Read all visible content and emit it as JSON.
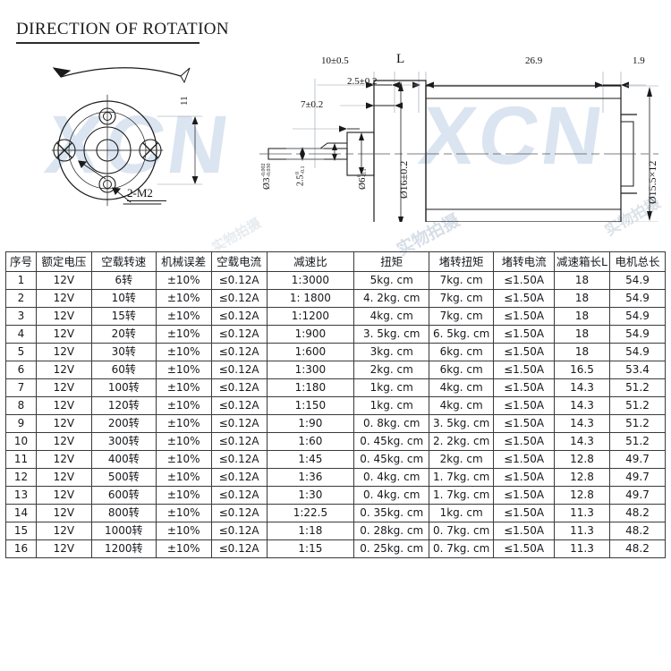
{
  "header": {
    "title": "DIRECTION OF ROTATION"
  },
  "watermarks": {
    "brand_left": "XCN",
    "brand_right": "XCN",
    "cn_center": "实物拍摄",
    "cn_right": "实物拍摄",
    "cn_tagline": "实物拍摄"
  },
  "drawings": {
    "face_view": {
      "name": "motor-face-view",
      "dim_height": "11",
      "callout_screws": "2-M2"
    },
    "side_view": {
      "name": "motor-side-view",
      "dim_shaft_len": "10±0.5",
      "dim_shaft_step": "2.5±0.2",
      "dim_front_plate": "7±0.2",
      "dim_gearbox_label": "L",
      "dim_body_len": "26.9",
      "dim_tail": "1.9",
      "dim_shaft_dia": "Ø3",
      "dim_shaft_dia_tol_top": "-0.002",
      "dim_shaft_dia_tol_bot": "-0.030",
      "dim_flat": "2.5",
      "dim_flat_tol_top": "0",
      "dim_flat_tol_bot": "-0.1",
      "dim_boss_dia": "Ø6",
      "dim_boss_dia_tol_top": "0",
      "dim_boss_dia_tol_bot": "-0.1",
      "dim_gearbox_dia": "Ø16±0.2",
      "dim_motor_dia": "Ø15.5×12"
    }
  },
  "table": {
    "columns": [
      "序号",
      "额定电压",
      "空载转速",
      "机械误差",
      "空载电流",
      "减速比",
      "扭矩",
      "堵转扭矩",
      "堵转电流",
      "减速箱长L",
      "电机总长"
    ],
    "rows": [
      [
        "1",
        "12V",
        "6转",
        "±10%",
        "≤0.12A",
        "1:3000",
        "5kg. cm",
        "7kg. cm",
        "≤1.50A",
        "18",
        "54.9"
      ],
      [
        "2",
        "12V",
        "10转",
        "±10%",
        "≤0.12A",
        "1: 1800",
        "4. 2kg. cm",
        "7kg. cm",
        "≤1.50A",
        "18",
        "54.9"
      ],
      [
        "3",
        "12V",
        "15转",
        "±10%",
        "≤0.12A",
        "1:1200",
        "4kg. cm",
        "7kg. cm",
        "≤1.50A",
        "18",
        "54.9"
      ],
      [
        "4",
        "12V",
        "20转",
        "±10%",
        "≤0.12A",
        "1:900",
        "3. 5kg. cm",
        "6. 5kg. cm",
        "≤1.50A",
        "18",
        "54.9"
      ],
      [
        "5",
        "12V",
        "30转",
        "±10%",
        "≤0.12A",
        "1:600",
        "3kg. cm",
        "6kg. cm",
        "≤1.50A",
        "18",
        "54.9"
      ],
      [
        "6",
        "12V",
        "60转",
        "±10%",
        "≤0.12A",
        "1:300",
        "2kg. cm",
        "6kg. cm",
        "≤1.50A",
        "16.5",
        "53.4"
      ],
      [
        "7",
        "12V",
        "100转",
        "±10%",
        "≤0.12A",
        "1:180",
        "1kg. cm",
        "4kg. cm",
        "≤1.50A",
        "14.3",
        "51.2"
      ],
      [
        "8",
        "12V",
        "120转",
        "±10%",
        "≤0.12A",
        "1:150",
        "1kg. cm",
        "4kg. cm",
        "≤1.50A",
        "14.3",
        "51.2"
      ],
      [
        "9",
        "12V",
        "200转",
        "±10%",
        "≤0.12A",
        "1:90",
        "0. 8kg. cm",
        "3. 5kg. cm",
        "≤1.50A",
        "14.3",
        "51.2"
      ],
      [
        "10",
        "12V",
        "300转",
        "±10%",
        "≤0.12A",
        "1:60",
        "0. 45kg. cm",
        "2. 2kg. cm",
        "≤1.50A",
        "14.3",
        "51.2"
      ],
      [
        "11",
        "12V",
        "400转",
        "±10%",
        "≤0.12A",
        "1:45",
        "0. 45kg. cm",
        "2kg. cm",
        "≤1.50A",
        "12.8",
        "49.7"
      ],
      [
        "12",
        "12V",
        "500转",
        "±10%",
        "≤0.12A",
        "1:36",
        "0. 4kg. cm",
        "1. 7kg. cm",
        "≤1.50A",
        "12.8",
        "49.7"
      ],
      [
        "13",
        "12V",
        "600转",
        "±10%",
        "≤0.12A",
        "1:30",
        "0. 4kg. cm",
        "1. 7kg. cm",
        "≤1.50A",
        "12.8",
        "49.7"
      ],
      [
        "14",
        "12V",
        "800转",
        "±10%",
        "≤0.12A",
        "1:22.5",
        "0. 35kg. cm",
        "1kg. cm",
        "≤1.50A",
        "11.3",
        "48.2"
      ],
      [
        "15",
        "12V",
        "1000转",
        "±10%",
        "≤0.12A",
        "1:18",
        "0. 28kg. cm",
        "0. 7kg. cm",
        "≤1.50A",
        "11.3",
        "48.2"
      ],
      [
        "16",
        "12V",
        "1200转",
        "±10%",
        "≤0.12A",
        "1:15",
        "0. 25kg. cm",
        "0. 7kg. cm",
        "≤1.50A",
        "11.3",
        "48.2"
      ]
    ]
  },
  "colors": {
    "line": "#1a1a1a",
    "watermark": "#c9d8ea",
    "table_border": "#3a3a3a"
  }
}
